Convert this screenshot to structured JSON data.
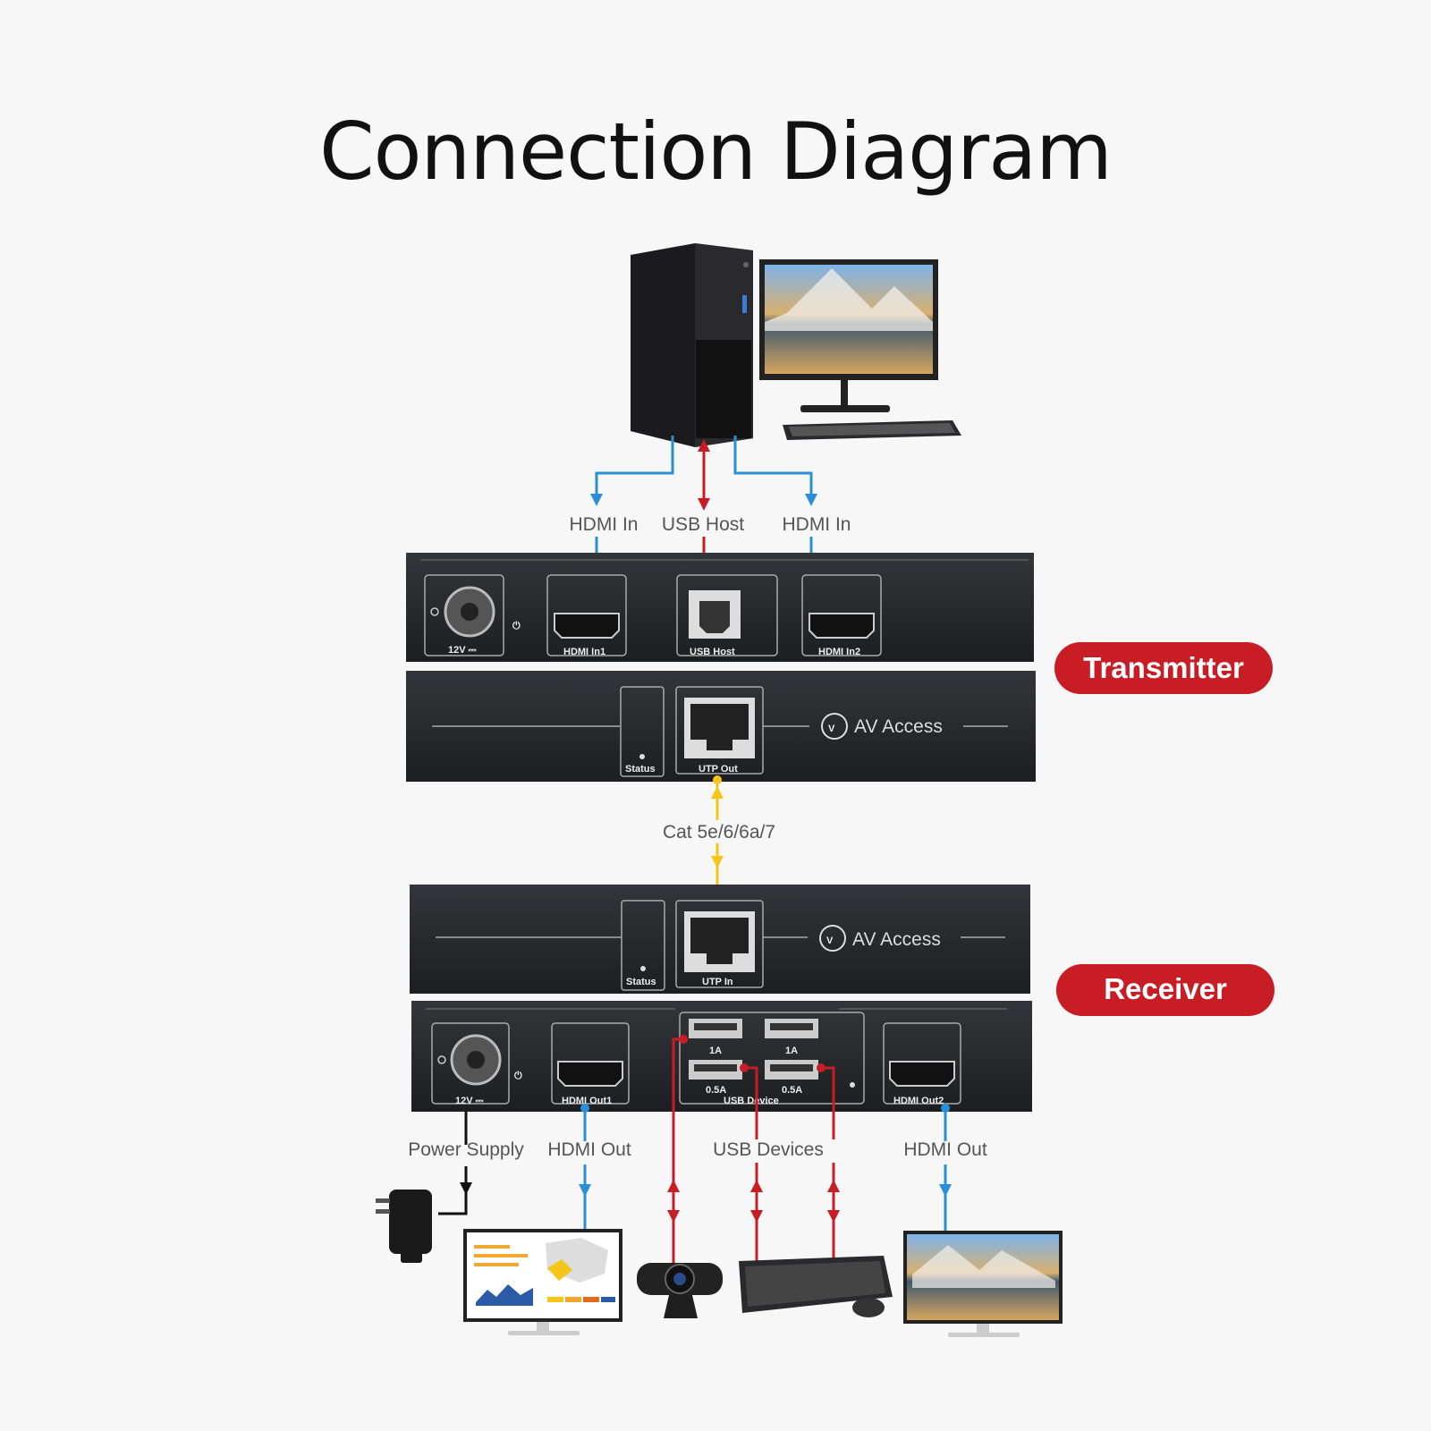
{
  "title": "Connection Diagram",
  "labels": {
    "hdmi_in_left": "HDMI In",
    "usb_host": "USB Host",
    "hdmi_in_right": "HDMI In",
    "cable": "Cat 5e/6/6a/7",
    "power_supply": "Power Supply",
    "hdmi_out_left": "HDMI Out",
    "usb_devices": "USB Devices",
    "hdmi_out_right": "HDMI Out"
  },
  "transmitter": {
    "badge": "Transmitter",
    "ports": {
      "power": "12V ⎓",
      "hdmi_in1": "HDMI In1",
      "usb_host": "USB Host",
      "hdmi_in2": "HDMI In2",
      "status": "Status",
      "utp_out": "UTP Out"
    },
    "brand": "AV Access"
  },
  "receiver": {
    "badge": "Receiver",
    "ports": {
      "status": "Status",
      "utp_in": "UTP In",
      "power": "12V ⎓",
      "hdmi_out1": "HDMI Out1",
      "usb_1a_left": "1A",
      "usb_1a_right": "1A",
      "usb_05a_left": "0.5A",
      "usb_05a_right": "0.5A",
      "usb_device": "USB Device",
      "hdmi_out2": "HDMI Out2"
    },
    "brand": "AV Access"
  },
  "colors": {
    "hdmi_line": "#2a8fd6",
    "usb_line": "#c81d25",
    "cat_line": "#f5c518",
    "power_line": "#111111",
    "badge": "#c81d25",
    "device_body": "#2a2b2f"
  }
}
